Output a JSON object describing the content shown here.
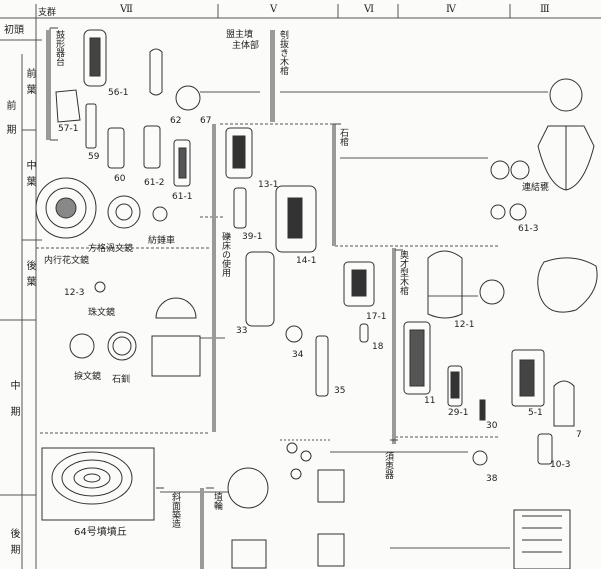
{
  "header": {
    "branch": "支群",
    "phases": [
      "Ⅶ",
      "Ⅴ",
      "Ⅵ",
      "Ⅳ",
      "Ⅲ"
    ]
  },
  "periods": {
    "initial": "初頭",
    "early_period": "前期",
    "early_stages": [
      "前葉",
      "中葉",
      "後葉"
    ],
    "middle_period": "中期",
    "late_period": "後期"
  },
  "brackets": {
    "tsuzumi": "鼓形器台",
    "kurinuki": "刳抜き木棺",
    "ishikan": "石棺",
    "shōshō": "礫床の使用",
    "okutsu": "奥才型木棺",
    "shamen": "斜面築造",
    "haniwa": "埴輪",
    "sueki": "須恵器"
  },
  "labels": {
    "main_mound": "盟主墳",
    "main_body": "主体部",
    "mound64": "64号墳墳丘",
    "renketsu": "連結甕",
    "naiko": "内行花文鏡",
    "hokaku": "方格渦文鏡",
    "bosuisha": "紡錘車",
    "shumon": "珠文鏡",
    "sekkyo": "捩文鏡",
    "ishikushiro": "石釧"
  },
  "numbers": [
    "56-1",
    "57-1",
    "59",
    "62",
    "67",
    "60",
    "61-2",
    "61-1",
    "13-1",
    "39-1",
    "14-1",
    "61-3",
    "12-3",
    "17-1",
    "12-1",
    "33",
    "34",
    "18",
    "35",
    "11",
    "29-1",
    "30",
    "5-1",
    "7",
    "10-3",
    "38"
  ]
}
